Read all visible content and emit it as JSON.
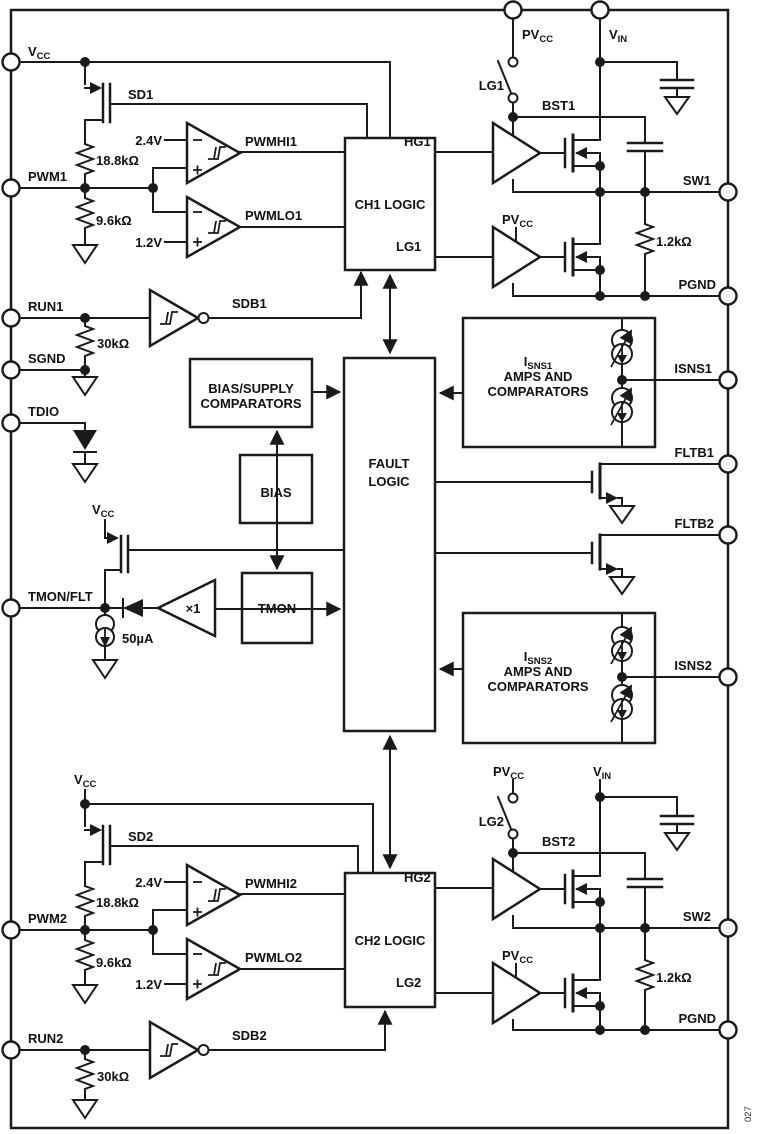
{
  "supplies": {
    "vcc": {
      "main": "V",
      "sub": "CC"
    },
    "pvcc": {
      "main": "PV",
      "sub": "CC"
    },
    "vin": {
      "main": "V",
      "sub": "IN"
    }
  },
  "pins": {
    "pwm1": "PWM1",
    "run1": "RUN1",
    "sgnd": "SGND",
    "tdio": "TDIO",
    "tmon_flt": "TMON/FLT",
    "pwm2": "PWM2",
    "run2": "RUN2",
    "sw1": "SW1",
    "pgnd": "PGND",
    "isns1": "ISNS1",
    "fltb1": "FLTB1",
    "fltb2": "FLTB2",
    "isns2": "ISNS2",
    "sw2": "SW2"
  },
  "signals": {
    "sd1": "SD1",
    "sd2": "SD2",
    "pwmhi1": "PWMHI1",
    "pwmlo1": "PWMLO1",
    "pwmhi2": "PWMHI2",
    "pwmlo2": "PWMLO2",
    "hg1": "HG1",
    "lg1": "LG1",
    "hg2": "HG2",
    "lg2": "LG2",
    "bst1": "BST1",
    "bst2": "BST2",
    "sdb1": "SDB1",
    "sdb2": "SDB2"
  },
  "values": {
    "r_divider_top": "18.8kΩ",
    "r_divider_bottom": "9.6kΩ",
    "r_run": "30kΩ",
    "r_sw": "1.2kΩ",
    "vref_high": "2.4V",
    "vref_low": "1.2V",
    "i_pullup": "50µA",
    "buffer_gain": "×1"
  },
  "blocks": {
    "ch1_logic": "CH1 LOGIC",
    "ch2_logic": "CH2 LOGIC",
    "fault_logic": [
      "FAULT",
      "LOGIC"
    ],
    "bias_supply": [
      "BIAS/SUPPLY",
      "COMPARATORS"
    ],
    "bias": "BIAS",
    "tmon": "TMON",
    "isns1": {
      "prefix": "I",
      "sub": "SNS1",
      "line2": "AMPS AND",
      "line3": "COMPARATORS"
    },
    "isns2": {
      "prefix": "I",
      "sub": "SNS2",
      "line2": "AMPS AND",
      "line3": "COMPARATORS"
    }
  },
  "figure_number": "027"
}
